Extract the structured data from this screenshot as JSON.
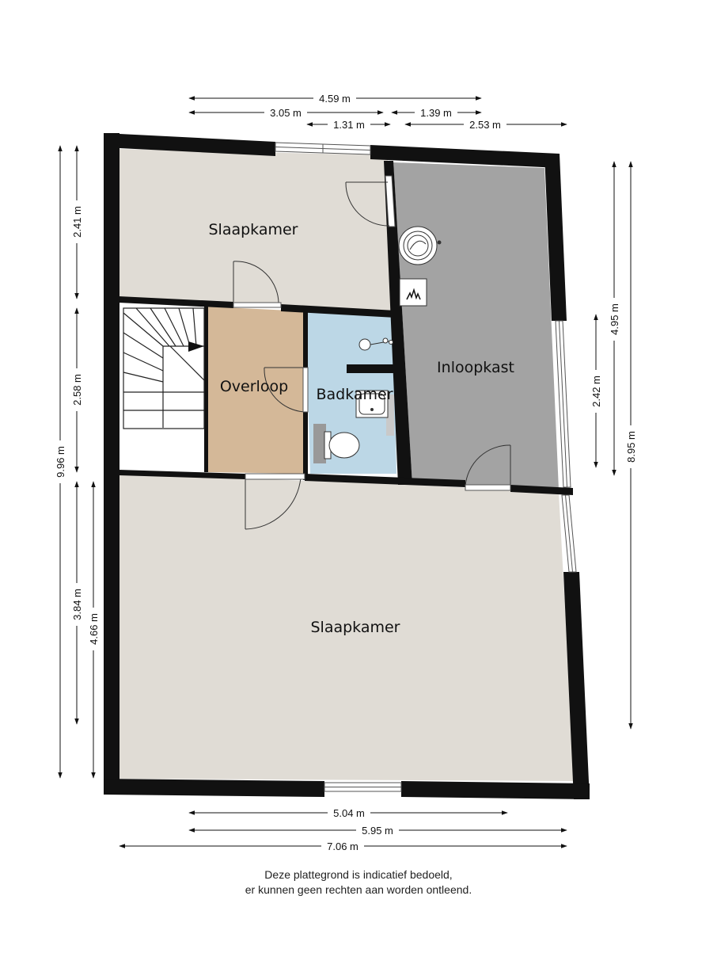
{
  "rooms": {
    "bedroom_top": "Slaapkamer",
    "landing": "Overloop",
    "bathroom": "Badkamer",
    "walk_in_closet": "Inloopkast",
    "bedroom_bottom": "Slaapkamer"
  },
  "dimensions": {
    "top_total": "4.59 m",
    "top_left": "3.05 m",
    "top_right": "1.39 m",
    "top_middle": "1.31 m",
    "top_closet": "2.53 m",
    "bottom_inner": "5.04 m",
    "bottom_mid": "5.95 m",
    "bottom_total": "7.06 m",
    "left_total": "9.96 m",
    "left_top": "2.41 m",
    "left_middle": "2.58 m",
    "left_bottom": "3.84 m",
    "left_bottom_outer": "4.66 m",
    "right_inner": "2.42 m",
    "right_middle": "4.95 m",
    "right_total": "8.95 m"
  },
  "disclaimer": {
    "line1": "Deze plattegrond is indicatief bedoeld,",
    "line2": "er kunnen geen rechten aan worden ontleend."
  },
  "colors": {
    "bedroom_floor": "#e0dcd5",
    "landing_floor": "#d4b898",
    "bathroom_floor": "#bcd7e6",
    "closet_floor": "#a3a3a3",
    "wall": "#111111"
  }
}
